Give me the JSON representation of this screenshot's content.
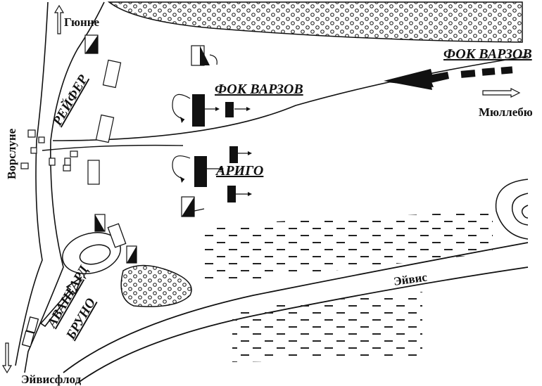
{
  "colors": {
    "ink": "#111111",
    "paper": "#ffffff",
    "marsh": "#222222"
  },
  "places": {
    "gyunne": "Гюнне",
    "vorslune": "Ворслуне",
    "myullebyu": "Мюллебю",
    "eyvisflod": "Эйвисфлод",
    "river": "Эйвис"
  },
  "units": {
    "reifer": "РЕЙФЕР",
    "fok_varzov_top": "ФОК ВАРЗОВ",
    "fok_varzov_center": "ФОК ВАРЗОВ",
    "arigo": "АРИГО",
    "avangard": "АВАНГАРД",
    "bruno": "БРУНО"
  },
  "icons": {
    "north_arrow": "outline-up-arrow-icon",
    "south_arrow": "outline-down-arrow-icon",
    "east_arrow": "outline-right-arrow-icon",
    "advance_arrow": "advance-arrow-icon",
    "cavalry_flag": "cavalry-flag-icon"
  }
}
